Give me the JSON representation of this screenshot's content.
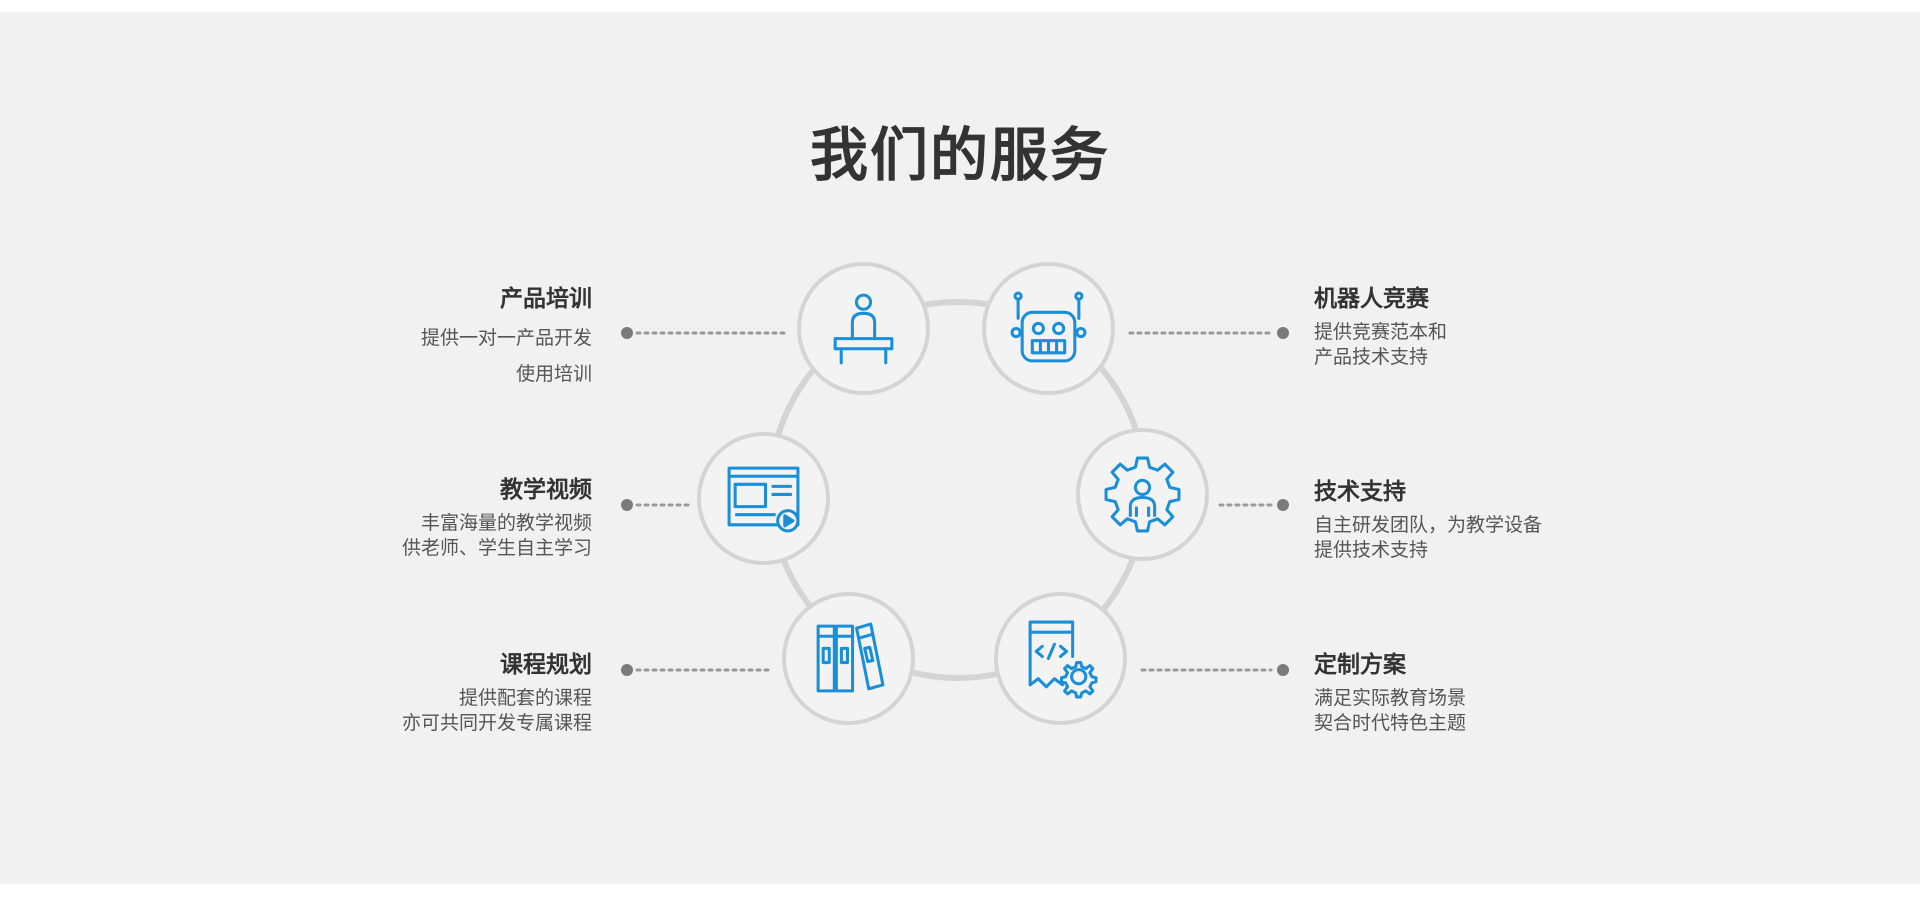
{
  "page": {
    "title": "我们的服务"
  },
  "services": [
    {
      "title": "产品培训",
      "lines": [
        "提供一对一产品开发",
        "使用培训"
      ],
      "icon": "teacher-podium-icon"
    },
    {
      "title": "教学视频",
      "lines": [
        "丰富海量的教学视频",
        "供老师、学生自主学习"
      ],
      "icon": "video-player-icon"
    },
    {
      "title": "课程规划",
      "lines": [
        "提供配套的课程",
        "亦可共同开发专属课程"
      ],
      "icon": "books-icon"
    },
    {
      "title": "机器人竞赛",
      "lines": [
        "提供竞赛范本和",
        "产品技术支持"
      ],
      "icon": "robot-icon"
    },
    {
      "title": "技术支持",
      "lines": [
        "自主研发团队，为教学设备",
        "提供技术支持"
      ],
      "icon": "gear-person-icon"
    },
    {
      "title": "定制方案",
      "lines": [
        "满足实际教育场景",
        "契合时代特色主题"
      ],
      "icon": "code-document-gear-icon"
    }
  ],
  "colors": {
    "accent": "#1a8fd8",
    "ring": "#d4d4d4",
    "dot": "#7a7a7a",
    "title": "#333333",
    "text": "#555555",
    "panel": "#f1f1f1"
  }
}
